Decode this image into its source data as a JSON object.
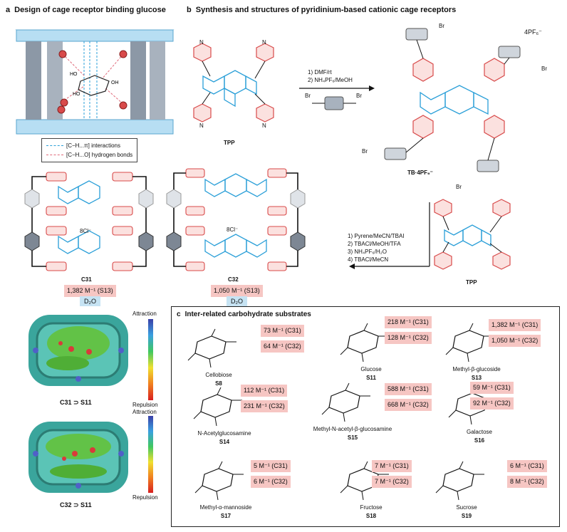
{
  "panel_a": {
    "letter": "a",
    "title": "Design of cage receptor binding glucose",
    "legend": [
      {
        "text": "[C−H...π] interactions",
        "color": "#2a9fd8"
      },
      {
        "text": "[C−H...O] hydrogen bonds",
        "color": "#e06a7a"
      }
    ]
  },
  "panel_b": {
    "letter": "b",
    "title": "Synthesis and structures of pyridinium-based cationic cage receptors",
    "step1_conditions": [
      "1) DMF/rt",
      "2) NH₄PF₆/MeOH"
    ],
    "step2_conditions": [
      "1) Pyrene/MeCN/TBAI",
      "2) TBACl/MeOH/TFA",
      "3) NH₄PF₆/H₂O",
      "4) TBACl/MeCN"
    ],
    "tpp_label": "TPP",
    "tb_label": "TB·4PF₆⁻",
    "counterion": "4PF₆⁻",
    "br": "Br",
    "c31": {
      "name": "C31",
      "ka": "1,382 M⁻¹ (S13)",
      "solvent": "D₂O",
      "counterion": "8Cl⁻"
    },
    "c32": {
      "name": "C32",
      "ka": "1,050 M⁻¹ (S13)",
      "solvent": "D₂O",
      "counterion": "8Cl⁻"
    }
  },
  "nci": {
    "attraction": "Attraction",
    "repulsion": "Repulsion",
    "label1": "C31 ⊃ S11",
    "label2": "C32 ⊃ S11"
  },
  "panel_c": {
    "letter": "c",
    "title": "Inter-related carbohydrate substrates",
    "substrates": [
      {
        "name": "Cellobiose",
        "id": "S8",
        "c31": "73 M⁻¹ (C31)",
        "c32": "64 M⁻¹ (C32)"
      },
      {
        "name": "Glucose",
        "id": "S11",
        "c31": "218 M⁻¹ (C31)",
        "c32": "128 M⁻¹ (C32)"
      },
      {
        "name": "Methyl-β-glucoside",
        "id": "S13",
        "c31": "1,382 M⁻¹ (C31)",
        "c32": "1,050 M⁻¹ (C32)"
      },
      {
        "name": "N-Acetylglucosamine",
        "id": "S14",
        "c31": "112 M⁻¹ (C31)",
        "c32": "231 M⁻¹ (C32)"
      },
      {
        "name": "Methyl-N-acetyl-β-glucosamine",
        "id": "S15",
        "c31": "588 M⁻¹ (C31)",
        "c32": "668 M⁻¹ (C32)"
      },
      {
        "name": "Galactose",
        "id": "S16",
        "c31": "59 M⁻¹ (C31)",
        "c32": "92 M⁻¹ (C32)"
      },
      {
        "name": "Methyl-α-mannoside",
        "id": "S17",
        "c31": "5 M⁻¹ (C31)",
        "c32": "6 M⁻¹ (C32)"
      },
      {
        "name": "Fructose",
        "id": "S18",
        "c31": "7 M⁻¹ (C31)",
        "c32": "7 M⁻¹ (C32)"
      },
      {
        "name": "Sucrose",
        "id": "S19",
        "c31": "6 M⁻¹ (C31)",
        "c32": "8 M⁻¹ (C32)"
      }
    ]
  }
}
